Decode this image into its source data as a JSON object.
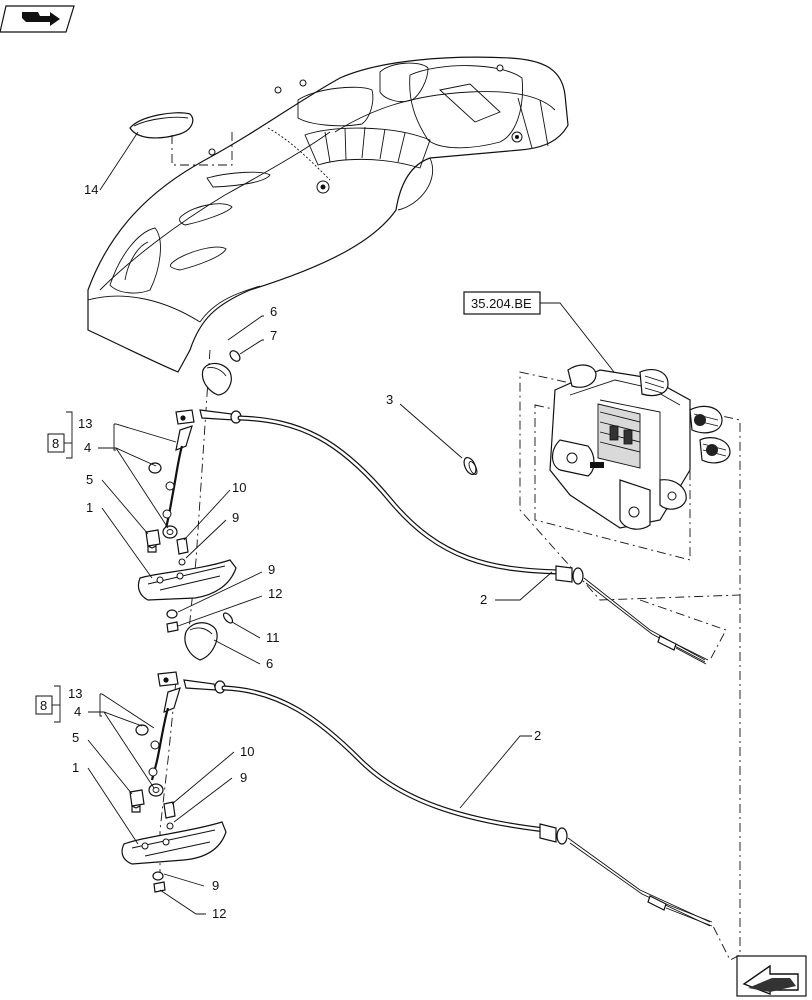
{
  "page": {
    "width": 812,
    "height": 1000
  },
  "header": {
    "icon": "book-arrow-icon"
  },
  "footer": {
    "icon": "next-page-arrow-icon"
  },
  "reference": {
    "label": "35.204.BE"
  },
  "kit_label": {
    "upper": "8",
    "lower": "8"
  },
  "callouts": {
    "c14": "14",
    "c6a": "6",
    "c7": "7",
    "c3": "3",
    "c13a": "13",
    "c4a": "4",
    "c5a": "5",
    "c1a": "1",
    "c10a": "10",
    "c9a": "9",
    "c9b": "9",
    "c12a": "12",
    "c11": "11",
    "c6b": "6",
    "c2a": "2",
    "c13b": "13",
    "c4b": "4",
    "c5b": "5",
    "c1b": "1",
    "c10b": "10",
    "c9c": "9",
    "c9d": "9",
    "c12b": "12",
    "c2b": "2"
  }
}
